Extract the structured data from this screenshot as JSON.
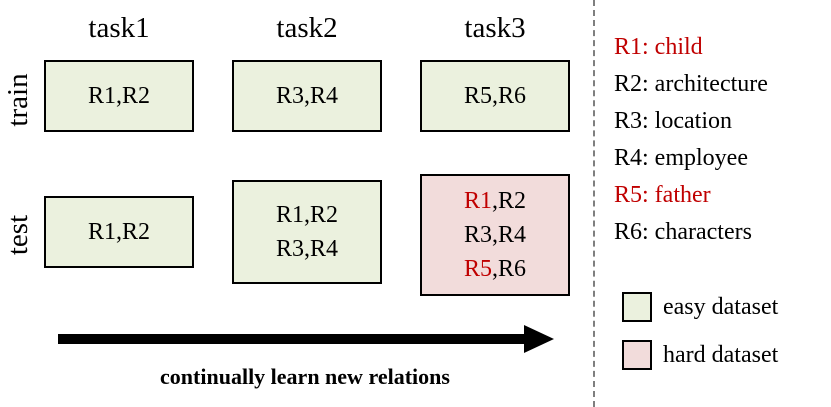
{
  "tasks": [
    "task1",
    "task2",
    "task3"
  ],
  "rows": {
    "train": "train",
    "test": "test"
  },
  "train_boxes": [
    {
      "lines": [
        [
          {
            "t": "R1,R2",
            "c": "black"
          }
        ]
      ],
      "type": "easy"
    },
    {
      "lines": [
        [
          {
            "t": "R3,R4",
            "c": "black"
          }
        ]
      ],
      "type": "easy"
    },
    {
      "lines": [
        [
          {
            "t": "R5,R6",
            "c": "black"
          }
        ]
      ],
      "type": "easy"
    }
  ],
  "test_boxes": [
    {
      "lines": [
        [
          {
            "t": "R1,R2",
            "c": "black"
          }
        ]
      ],
      "type": "easy"
    },
    {
      "lines": [
        [
          {
            "t": "R1,R2",
            "c": "black"
          }
        ],
        [
          {
            "t": "R3,R4",
            "c": "black"
          }
        ]
      ],
      "type": "easy"
    },
    {
      "lines": [
        [
          {
            "t": "R1",
            "c": "red"
          },
          {
            "t": ",R2",
            "c": "black"
          }
        ],
        [
          {
            "t": "R3,R4",
            "c": "black"
          }
        ],
        [
          {
            "t": "R5",
            "c": "red"
          },
          {
            "t": ",R6",
            "c": "black"
          }
        ]
      ],
      "type": "hard"
    }
  ],
  "caption": "continually learn new relations",
  "relations": [
    {
      "text": "R1: child",
      "color": "red"
    },
    {
      "text": "R2: architecture",
      "color": "black"
    },
    {
      "text": "R3: location",
      "color": "black"
    },
    {
      "text": "R4: employee",
      "color": "black"
    },
    {
      "text": "R5: father",
      "color": "red"
    },
    {
      "text": "R6: characters",
      "color": "black"
    }
  ],
  "legend": {
    "easy": "easy dataset",
    "hard": "hard dataset"
  },
  "colors": {
    "easy_fill": "#ebf1de",
    "hard_fill": "#f2dcdb",
    "highlight": "#c00000"
  }
}
